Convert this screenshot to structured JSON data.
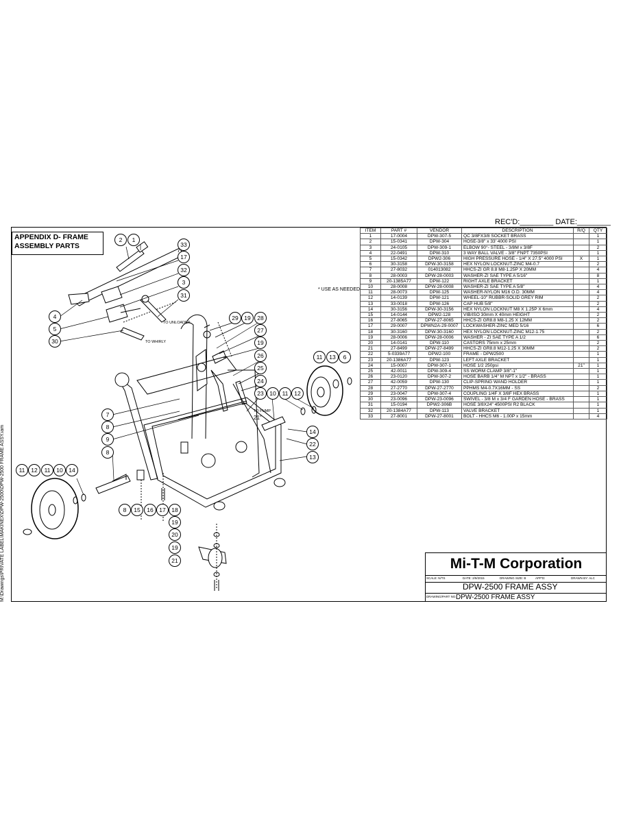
{
  "header": {
    "recd_label": "REC'D:",
    "date_label": "DATE:"
  },
  "appendix_title_line1": "APPENDIX D- FRAME",
  "appendix_title_line2": "ASSEMBLY PARTS",
  "use_as_needed": "* USE AS NEEDED",
  "side_path": "M:\\Drawings\\PRIVATE LABEL\\MAKINEX\\DPW-2500\\DPW-2500 FRAME ASSY.iam",
  "table": {
    "headers": [
      "ITEM",
      "PART #",
      "VENDOR",
      "DESCRIPTION",
      "R/Q",
      "QTY"
    ],
    "rows": [
      [
        "1",
        "17-0004",
        "DPW-307-5",
        "QC 3/8FX3/8 SOCKET BRASS",
        "",
        "1"
      ],
      [
        "2",
        "15-0341",
        "DPW-304",
        "HOSE-3/8\" x 33' 4000 PSI",
        "",
        "1"
      ],
      [
        "3",
        "24-0105",
        "DPW-309-1",
        "ELBOW 90°- STEEL - 3/8M x 3/8F",
        "",
        "2"
      ],
      [
        "4",
        "22-0491",
        "DPW-310",
        "3 WAY BALL VALVE - 3/8\" FNPT 7350PSI",
        "",
        "1"
      ],
      [
        "5",
        "15-0342",
        "DPW2-306",
        "HIGH PRESSURE HOSE - 1/4\" X 27.5\" 4000 PSI",
        "X",
        "1"
      ],
      [
        "6",
        "30-3158",
        "DPW-30-3158",
        "HEX NYLON LOCKNUT-ZINC M4-0.7",
        "",
        "2"
      ],
      [
        "7",
        "27-8032",
        "014013082",
        "HHCS-ZI GR 8.8 M8-1.25P X 20MM",
        "",
        "4"
      ],
      [
        "8",
        "28-0003",
        "DPW-28-0003",
        "WASHER-ZI SAE TYPE A 5/16\"",
        "",
        "8"
      ],
      [
        "9",
        "20-1385A77",
        "DPW-122",
        "RIGHT AXLE BRACKET",
        "",
        "1"
      ],
      [
        "10",
        "28-0008",
        "DPW-28-0008",
        "WASHER-ZI SAE TYPE A 5/8\"",
        "",
        "4"
      ],
      [
        "11",
        "28-0073",
        "DPW-125",
        "WASHER-NYLON M16 O.D. 30MM",
        "",
        "4"
      ],
      [
        "12",
        "14-0139",
        "DPW-121",
        "WHEEL-10\" RUBBR-SOLID GREY RIM",
        "",
        "2"
      ],
      [
        "13",
        "33-0018",
        "DPW-126",
        "CAP HUB 5/8\"",
        "",
        "2"
      ],
      [
        "14",
        "30-3156",
        "DPW-30-3156",
        "HEX NYLON LOCKNUT M8 X 1.25P X 6mm",
        "",
        "4"
      ],
      [
        "15",
        "14-0144",
        "DPW2-128",
        "VIB/ISO 30mm X 40mm HEIGHT",
        "",
        "2"
      ],
      [
        "16",
        "27-8065",
        "DPW-27-8065",
        "HHCS-ZI GR8.8 M8-1.25 X 12MM",
        "",
        "2"
      ],
      [
        "17",
        "29-0007",
        "DPWN2A-29-0007",
        "LOCKWASHER-ZINC MED 5/16",
        "",
        "6"
      ],
      [
        "18",
        "30-3160",
        "DPW-30-3160",
        "HEX NYLON LOCKNUT-ZINC M12-1.75",
        "",
        "2"
      ],
      [
        "19",
        "28-0006",
        "DPW-28-0006",
        "WASHER - ZI SAE TYPE A 1/2",
        "",
        "6"
      ],
      [
        "20",
        "14-0141",
        "DPW-110",
        "CASTORS 75mm x 25mm",
        "",
        "2"
      ],
      [
        "21",
        "27-8499",
        "DPW-27-8499",
        "HHCS-ZI GR8.8 M12-1.25 X 30MM",
        "",
        "2"
      ],
      [
        "22",
        "5-0339A77",
        "DPW2-100",
        "FRAME - DPW2500",
        "",
        "1"
      ],
      [
        "23",
        "20-1386A77",
        "DPW-123",
        "LEFT AXLE BRACKET",
        "",
        "1"
      ],
      [
        "24",
        "15-0007",
        "DPW-307-1",
        "HOSE 1/2 250psi",
        "21\"",
        "1"
      ],
      [
        "25",
        "42-0011",
        "DPW-309-4",
        "SS WORM CLAMP 3/8\"-1\"",
        "",
        "1"
      ],
      [
        "26",
        "23-0120",
        "DPW-307-2",
        "HOSE BARB 1/4\" M NPT x 1/2\" - BRASS",
        "",
        "1"
      ],
      [
        "27",
        "42-0059",
        "DPW-130",
        "CLIP-SPRING WAND HOLDER",
        "",
        "1"
      ],
      [
        "28",
        "27-2770",
        "DPW-27-2770",
        "PPHMS M4-0.7X16MM - SS",
        "",
        "2"
      ],
      [
        "29",
        "23-0047",
        "DPW-307-4",
        "COUPLING 1/4F X 3/8F HEX BRASS",
        "",
        "1"
      ],
      [
        "30",
        "23-0096",
        "DPW-23-0096",
        "SWIVEL - 3/8 M x 3/4 F GARDEN HOSE - BRASS",
        "",
        "1"
      ],
      [
        "31",
        "15-0194",
        "DPW2-306B",
        "HOSE 3/8X24\" 4500PSI R2 BLACK",
        "",
        "1"
      ],
      [
        "32",
        "20-1384A77",
        "DPW-113",
        "VALVE BRACKET",
        "",
        "1"
      ],
      [
        "33",
        "27-8001",
        "DPW-27-8001",
        "BOLT - HHCS M6 - 1.00P x 15mm",
        "",
        "4"
      ]
    ]
  },
  "title_block": {
    "company": "Mi-T-M Corporation",
    "scale": "SCALE: N/TS",
    "date": "DATE: 2/9/2015",
    "drawing_size": "DRAWING SIZE:  B",
    "appd": "APP'D:",
    "drawn_by": "DRAWN BY: ALC",
    "title": "DPW-2500 FRAME ASSY",
    "drawing_part_label": "DRAWING/PART NO.",
    "part_no": "DPW-2500 FRAME ASSY"
  },
  "annotations": {
    "to_unloader": "TO UNLOADER",
    "to_whirly": "TO WHIRLY",
    "to_pump": "TO PUMP",
    "hose_len": "21\""
  },
  "balloons": [
    "2",
    "1",
    "33",
    "17",
    "32",
    "3",
    "31",
    "3",
    "4",
    "5",
    "30",
    "29",
    "19",
    "28",
    "27",
    "19",
    "26",
    "25",
    "24",
    "23",
    "10",
    "11",
    "12",
    "11",
    "13",
    "6",
    "7",
    "8",
    "9",
    "8",
    "14",
    "22",
    "13",
    "11",
    "12",
    "11",
    "10",
    "14",
    "8",
    "15",
    "16",
    "17",
    "18",
    "19",
    "20",
    "19",
    "21"
  ]
}
